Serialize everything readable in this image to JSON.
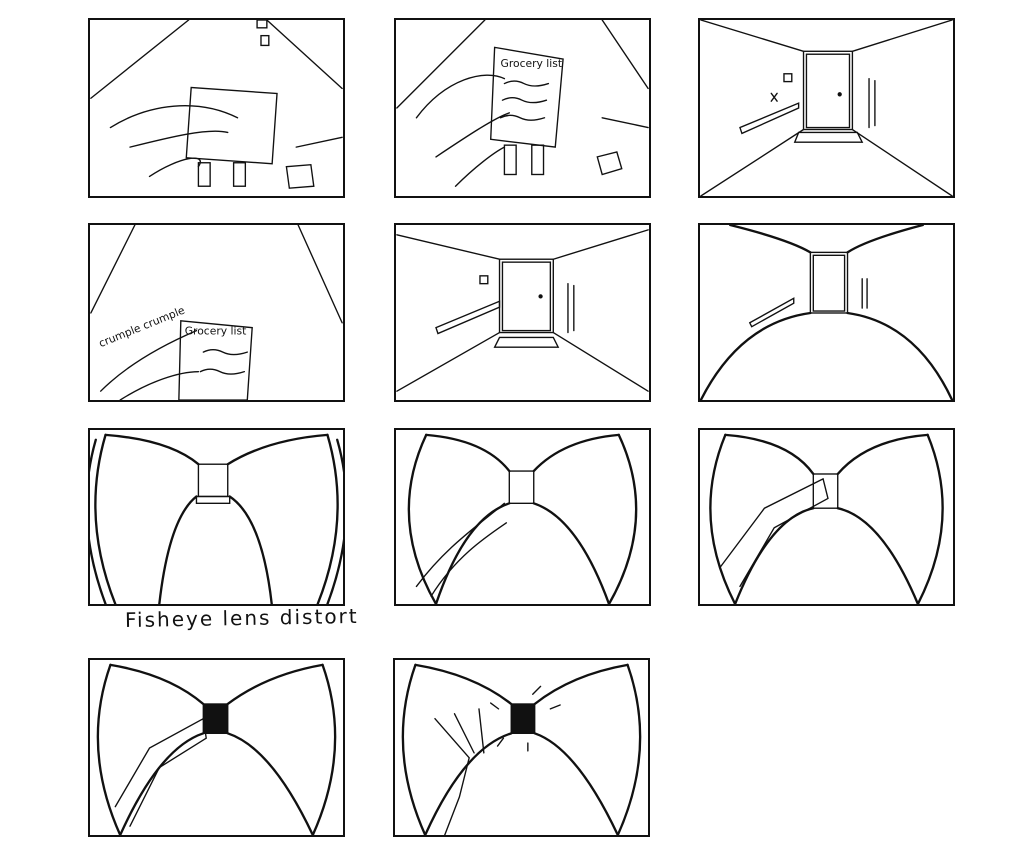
{
  "storyboard": {
    "panels": [
      {
        "id": 1,
        "label": ""
      },
      {
        "id": 2,
        "label": "Grocery list"
      },
      {
        "id": 3,
        "label": ""
      },
      {
        "id": 4,
        "label": "Grocery list",
        "sfx": "crumple crumple"
      },
      {
        "id": 5,
        "label": ""
      },
      {
        "id": 6,
        "label": ""
      },
      {
        "id": 7,
        "label": ""
      },
      {
        "id": 8,
        "label": ""
      },
      {
        "id": 9,
        "label": ""
      },
      {
        "id": 10,
        "label": ""
      },
      {
        "id": 11,
        "label": ""
      }
    ],
    "annotation": "Fisheye lens distort"
  }
}
